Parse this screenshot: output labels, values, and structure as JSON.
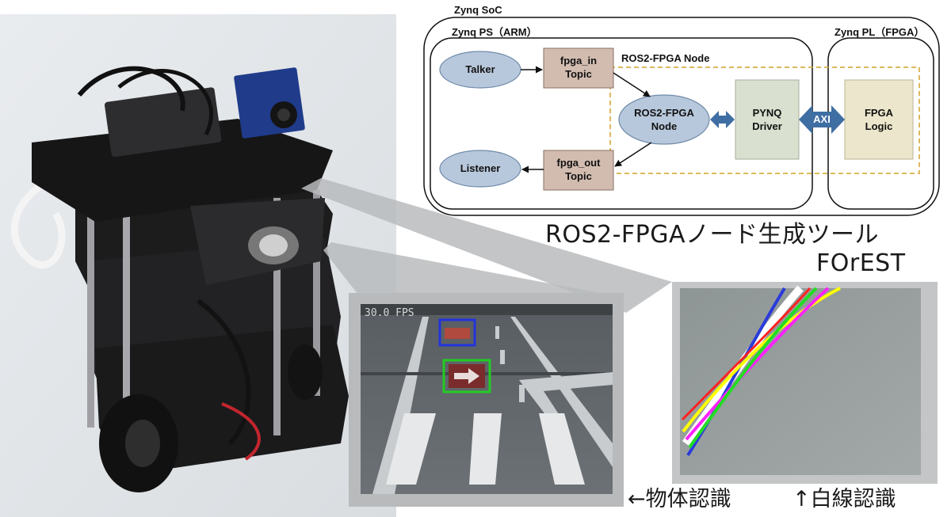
{
  "diagram": {
    "soc_label": "Zynq SoC",
    "ps_label": "Zynq PS（ARM）",
    "pl_label": "Zynq PL（FPGA）",
    "node_group_label": "ROS2-FPGA Node",
    "talker": "Talker",
    "listener": "Listener",
    "fpga_in": {
      "line1": "fpga_in",
      "line2": "Topic"
    },
    "fpga_out": {
      "line1": "fpga_out",
      "line2": "Topic"
    },
    "ros2_node": {
      "line1": "ROS2-FPGA",
      "line2": "Node"
    },
    "pynq": {
      "line1": "PYNQ",
      "line2": "Driver"
    },
    "axi": "AXI",
    "fpga_logic": {
      "line1": "FPGA",
      "line2": "Logic"
    },
    "colors": {
      "ellipse_fill": "#b8c8dc",
      "topic_fill": "#d2bcb0",
      "driver_fill": "#d9e0cf",
      "logic_fill": "#ece6cc",
      "dashed_border": "#d4a22a",
      "axi_arrow": "#3f6ea3"
    }
  },
  "captions": {
    "tool_line1": "ROS2-FPGAノード生成ツール",
    "tool_line2": "FOrEST",
    "object_detection": "←物体認識",
    "lane_detection": "↑白線認識"
  },
  "camera_view": {
    "fps": "30.0 FPS"
  }
}
